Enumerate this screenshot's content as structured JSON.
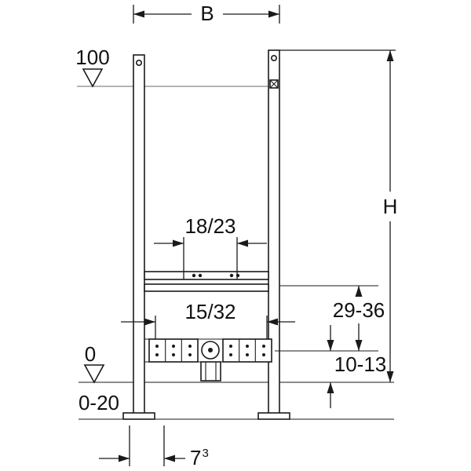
{
  "drawing": {
    "colors": {
      "line": "#1a1a1a",
      "background": "#ffffff",
      "level_line": "#6a6a6a"
    },
    "labels": {
      "width": "B",
      "height": "H",
      "level_top": "100",
      "level_zero": "0",
      "finished_floor_range": "0-20",
      "armature_hole_spacing": "18/23",
      "fixing_spacing": "15/32",
      "connection_height_range": "29-36",
      "drain_height_range": "10-13",
      "foot_offset": "7",
      "foot_offset_note": "3"
    }
  }
}
